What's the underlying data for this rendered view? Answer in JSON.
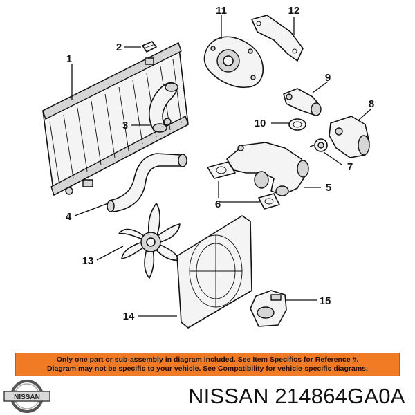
{
  "callouts": {
    "n1": "1",
    "n2": "2",
    "n3": "3",
    "n4": "4",
    "n5": "5",
    "n6": "6",
    "n7": "7",
    "n8": "8",
    "n9": "9",
    "n10": "10",
    "n11": "11",
    "n12": "12",
    "n13": "13",
    "n14": "14",
    "n15": "15"
  },
  "banner": {
    "line1": "Only one part or sub-assembly in diagram included. See Item Specifics for Reference #.",
    "line2": "Diagram may not be specific to your vehicle. See Compatibility for vehicle-specific diagrams.",
    "color": "#f07b24"
  },
  "logo": {
    "text": "NISSAN"
  },
  "product": {
    "part_number_label": "NISSAN 214864GA0A"
  }
}
